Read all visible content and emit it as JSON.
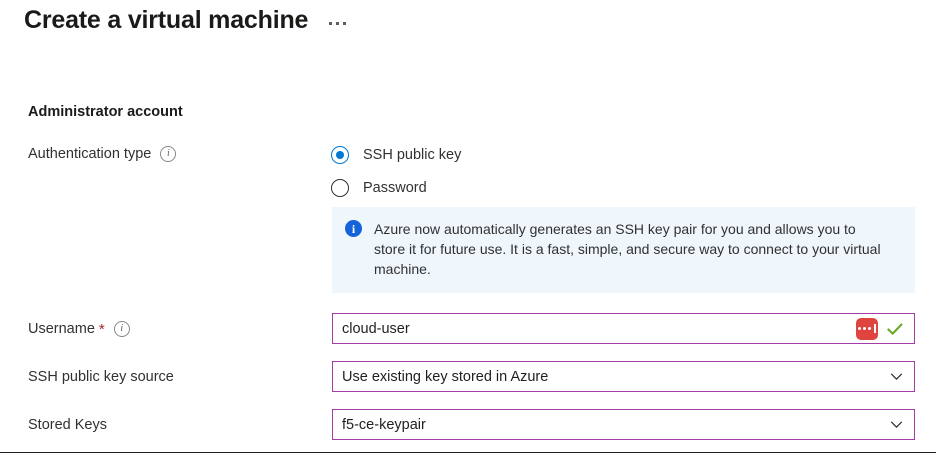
{
  "header": {
    "title": "Create a virtual machine",
    "more_menu": "…"
  },
  "form": {
    "section_title": "Administrator account",
    "rows": {
      "authentication_type": {
        "label": "Authentication type",
        "info_icon": "info-icon",
        "options": [
          {
            "label": "SSH public key",
            "selected": true
          },
          {
            "label": "Password",
            "selected": false
          }
        ]
      },
      "username": {
        "label": "Username",
        "required_marker": "*",
        "info_icon": "info-icon",
        "value": "cloud-user",
        "badge_icon": "password-manager-icon",
        "valid_icon": "green-check-icon"
      },
      "ssh_key_source": {
        "label": "SSH public key source",
        "value": "Use existing key stored in Azure",
        "chevron_icon": "chevron-down-icon"
      },
      "stored_keys": {
        "label": "Stored Keys",
        "value": "f5-ce-keypair",
        "chevron_icon": "chevron-down-icon"
      }
    },
    "info_banner": {
      "icon": "info-filled-icon",
      "text": "Azure now automatically generates an SSH key pair for you and allows you to store it for future use. It is a fast, simple, and secure way to connect to your virtual machine."
    }
  },
  "colors": {
    "accent_blue": "#0078d4",
    "field_border_purple": "#a53ca5",
    "banner_background": "#eff6fc",
    "required_red": "#a4262c",
    "badge_red": "#e0443e",
    "valid_green": "#6aa82a"
  }
}
